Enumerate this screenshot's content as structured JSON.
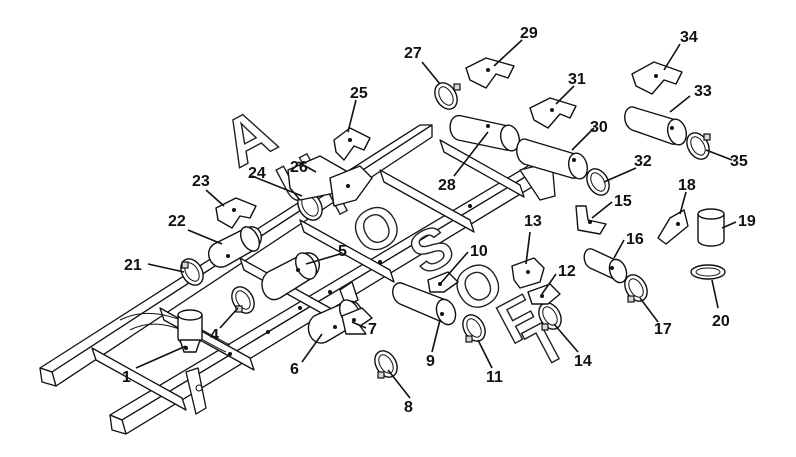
{
  "watermark": [
    "A",
    "U",
    "T",
    "O",
    "S",
    "O",
    "F",
    "T"
  ],
  "callouts": [
    {
      "id": "1",
      "label": "1"
    },
    {
      "id": "4",
      "label": "4"
    },
    {
      "id": "5",
      "label": "5"
    },
    {
      "id": "6",
      "label": "6"
    },
    {
      "id": "7",
      "label": "7"
    },
    {
      "id": "8",
      "label": "8"
    },
    {
      "id": "9",
      "label": "9"
    },
    {
      "id": "10",
      "label": "10"
    },
    {
      "id": "11",
      "label": "11"
    },
    {
      "id": "12",
      "label": "12"
    },
    {
      "id": "13",
      "label": "13"
    },
    {
      "id": "14",
      "label": "14"
    },
    {
      "id": "15",
      "label": "15"
    },
    {
      "id": "16",
      "label": "16"
    },
    {
      "id": "17",
      "label": "17"
    },
    {
      "id": "18",
      "label": "18"
    },
    {
      "id": "19",
      "label": "19"
    },
    {
      "id": "20",
      "label": "20"
    },
    {
      "id": "21",
      "label": "21"
    },
    {
      "id": "22",
      "label": "22"
    },
    {
      "id": "23",
      "label": "23"
    },
    {
      "id": "24",
      "label": "24"
    },
    {
      "id": "25",
      "label": "25"
    },
    {
      "id": "26",
      "label": "26"
    },
    {
      "id": "27",
      "label": "27"
    },
    {
      "id": "28",
      "label": "28"
    },
    {
      "id": "29",
      "label": "29"
    },
    {
      "id": "30",
      "label": "30"
    },
    {
      "id": "31",
      "label": "31"
    },
    {
      "id": "32",
      "label": "32"
    },
    {
      "id": "33",
      "label": "33"
    },
    {
      "id": "34",
      "label": "34"
    },
    {
      "id": "35",
      "label": "35"
    }
  ]
}
